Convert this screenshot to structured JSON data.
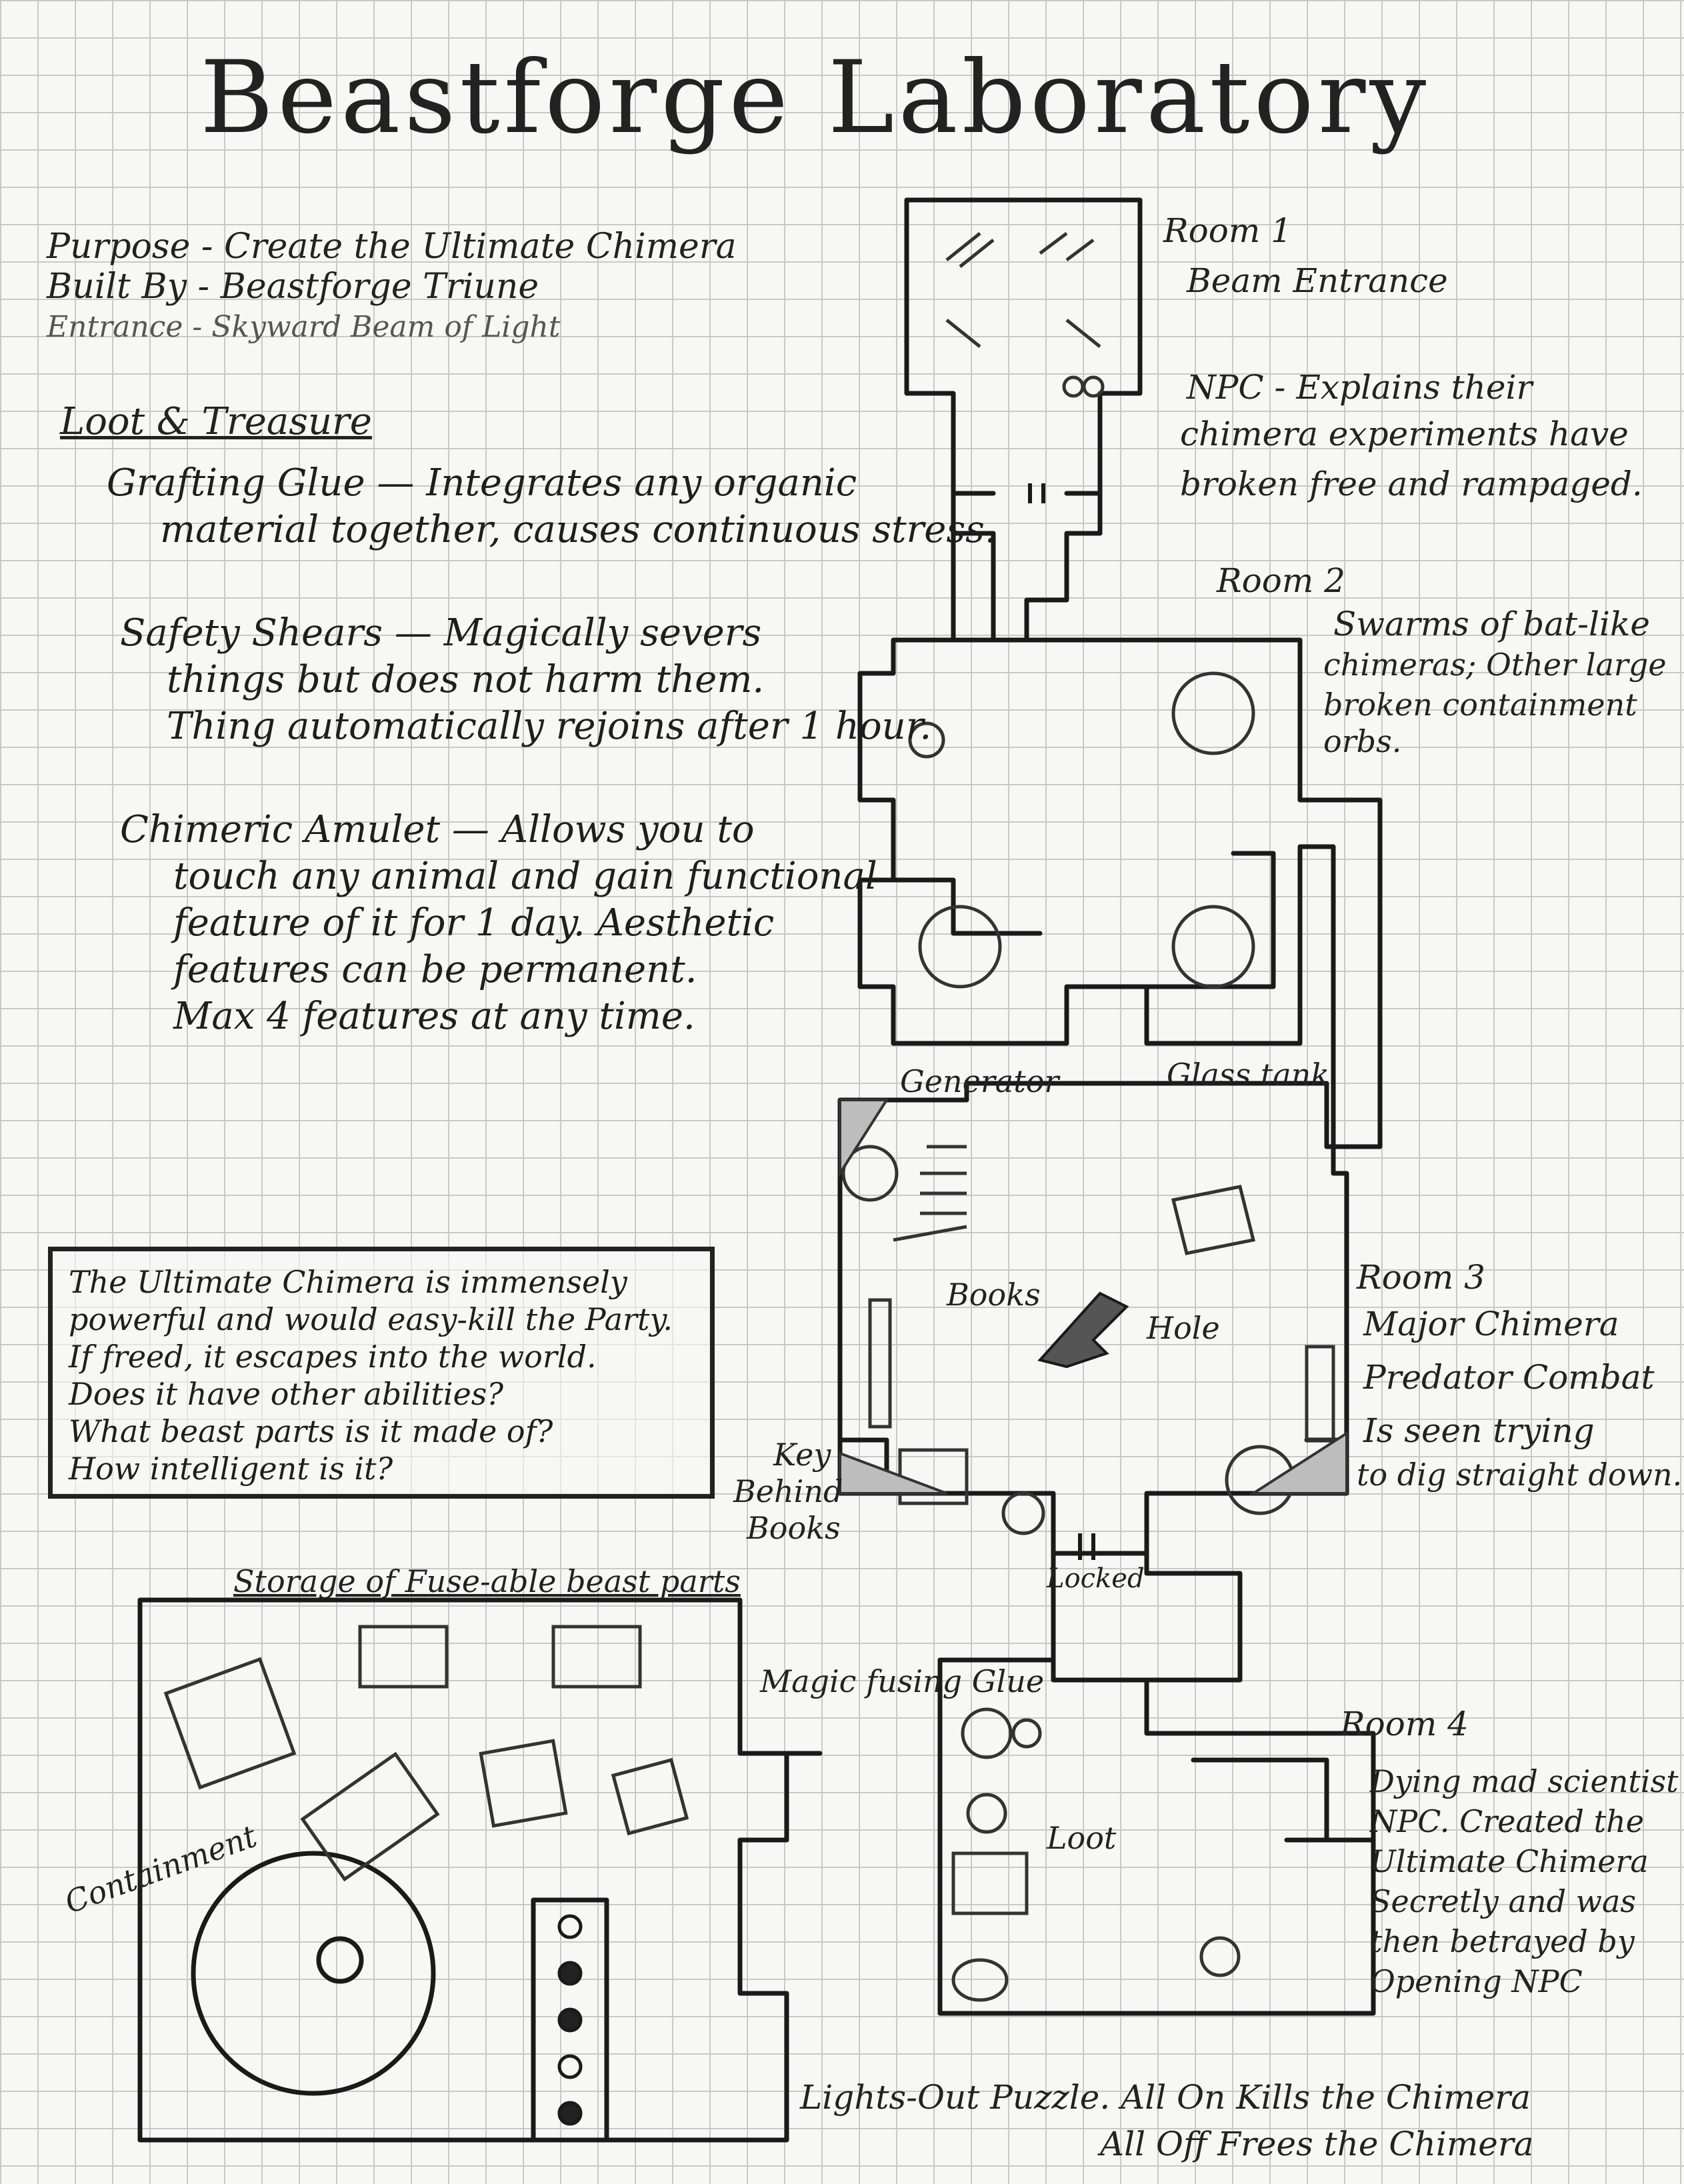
{
  "title": "Beastforge Laboratory",
  "meta": {
    "purpose": "Purpose - Create the Ultimate Chimera",
    "built_by": "Built By - Beastforge Triune",
    "entrance": "Entrance - Skyward Beam of Light"
  },
  "loot_heading": "Loot & Treasure",
  "loot": [
    {
      "lines": [
        "Grafting Glue — Integrates any organic",
        "material together, causes continuous stress."
      ]
    },
    {
      "lines": [
        "Safety Shears — Magically severs",
        "things but does not harm them.",
        "Thing automatically rejoins after 1 hour."
      ]
    },
    {
      "lines": [
        "Chimeric Amulet — Allows you to",
        "touch any animal and gain functional",
        "feature of it for 1 day. Aesthetic",
        "features can be permanent.",
        "Max 4 features at any time."
      ]
    }
  ],
  "question_box": [
    "The Ultimate Chimera is immensely",
    "powerful and would easy-kill the Party.",
    "If freed, it escapes into the world.",
    "Does it have other abilities?",
    "What beast parts is it made of?",
    "How intelligent is it?"
  ],
  "rooms": {
    "room1": {
      "title": "Room 1",
      "lines": [
        "Beam Entrance",
        "",
        "NPC - Explains their",
        "chimera experiments have",
        "broken free and rampaged."
      ]
    },
    "room2": {
      "title": "Room 2",
      "lines": [
        "Swarms of bat-like",
        "chimeras; Other large",
        "broken containment",
        "orbs."
      ]
    },
    "room3": {
      "title": "Room 3",
      "lines": [
        "Major Chimera",
        "Predator Combat",
        "Is seen trying",
        "to dig straight down."
      ]
    },
    "room4": {
      "title": "Room 4",
      "lines": [
        "Dying mad scientist",
        "NPC. Created the",
        "Ultimate Chimera",
        "Secretly and was",
        "then betrayed by",
        "Opening NPC"
      ]
    }
  },
  "map_labels": {
    "generator": "Generator",
    "glass_tank": "Glass tank",
    "books": "Books",
    "hole": "Hole",
    "key": [
      "Key",
      "Behind",
      "Books"
    ],
    "locked": "Locked",
    "storage": "Storage of Fuse-able beast parts",
    "magic_glue": "Magic fusing Glue",
    "containment": "Containment",
    "loot": "Loot",
    "lights_out": [
      "Lights-Out Puzzle. All On Kills the Chimera",
      "All Off Frees the Chimera"
    ]
  },
  "lights_out_states": [
    "off",
    "on",
    "on",
    "off",
    "on"
  ]
}
